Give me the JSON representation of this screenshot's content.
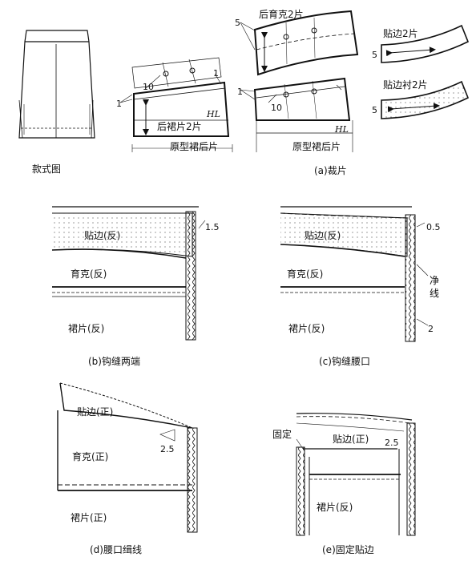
{
  "top": {
    "style_caption": "款式图",
    "cut_caption": "(a)裁片",
    "yoke_label": "后育克2片",
    "facing_label": "贴边2片",
    "facing_interlining_label": "贴边衬2片",
    "back_skirt_label": "后裙片2片",
    "pattern_label_1": "原型裙后片",
    "pattern_label_2": "原型裙后片",
    "hl_1": "HL",
    "hl_2": "HL",
    "n5_a": "5",
    "n5_b": "5",
    "n5_c": "5",
    "n10_a": "10",
    "n10_b": "10",
    "n1_a": "1",
    "n1_b": "1",
    "n1_c": "1"
  },
  "panels": {
    "b": {
      "caption": "(b)钩缝两端",
      "facing": "贴边(反)",
      "yoke": "育克(反)",
      "skirt": "裙片(反)",
      "dim": "1.5"
    },
    "c": {
      "caption": "(c)钩缝腰口",
      "facing": "贴边(反)",
      "yoke": "育克(反)",
      "skirt": "裙片(反)",
      "dim1": "0.5",
      "net_1": "净",
      "net_2": "线",
      "dim2": "2"
    },
    "d": {
      "caption": "(d)腰口缉线",
      "facing": "贴边(正)",
      "yoke": "育克(正)",
      "skirt": "裙片(正)",
      "dim": "2.5"
    },
    "e": {
      "caption": "(e)固定贴边",
      "fix": "固定",
      "facing": "贴边(正)",
      "skirt": "裙片(反)",
      "dim": "2.5"
    }
  }
}
